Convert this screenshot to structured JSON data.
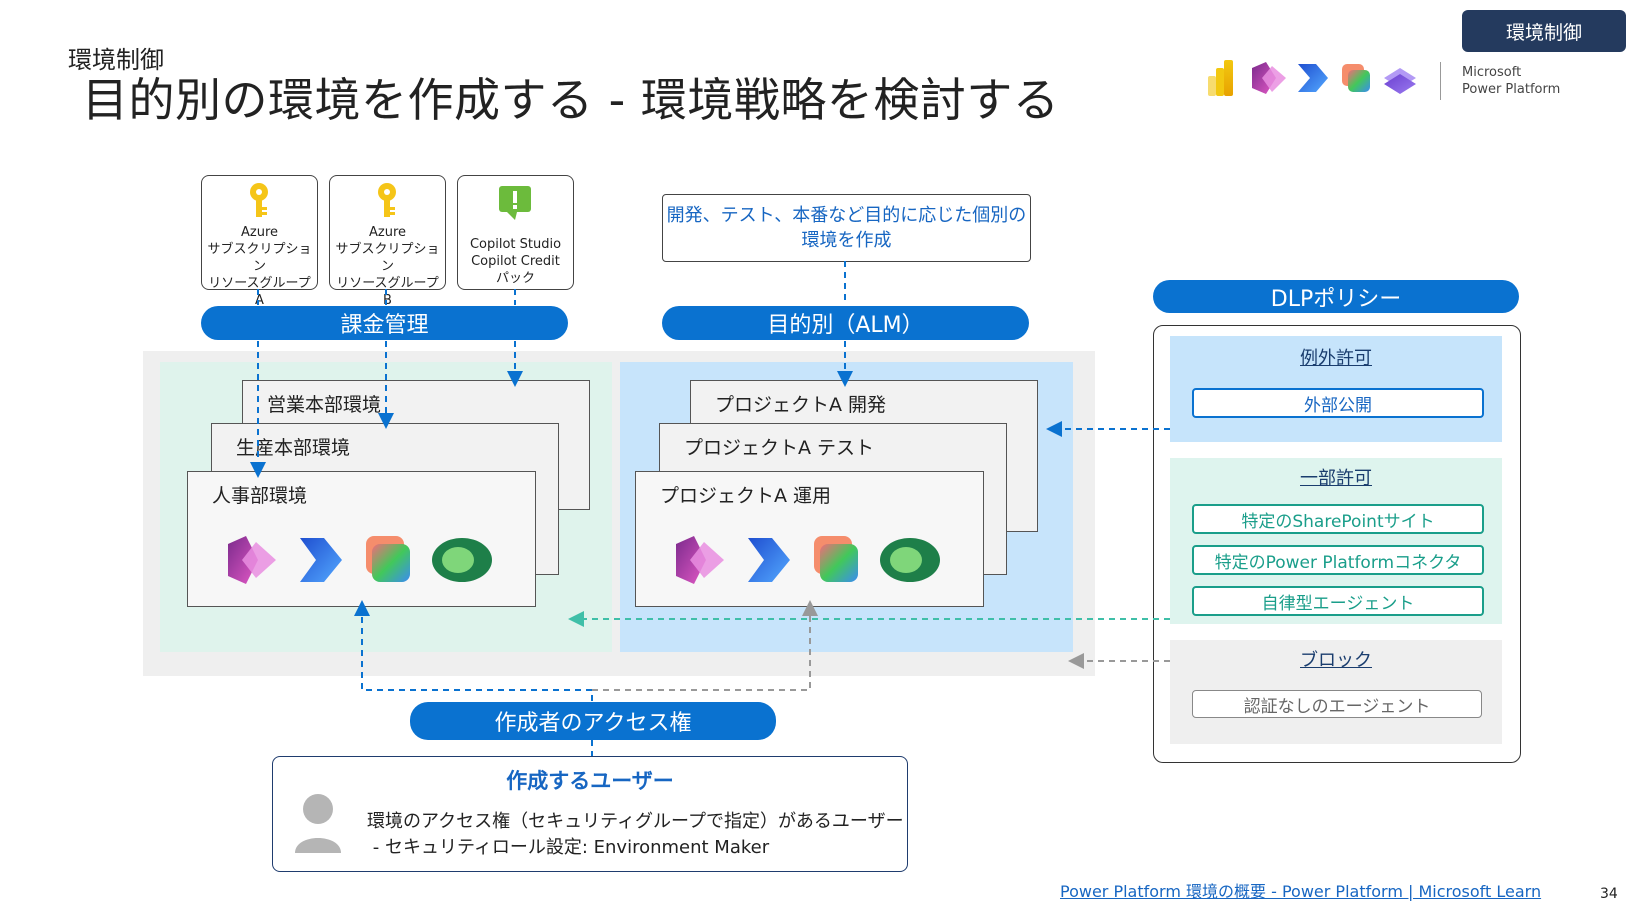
{
  "header": {
    "subtitle": "環境制御",
    "title": "目的別の環境を作成する - 環境戦略を検討する",
    "badge": "環境制御",
    "brand_line1": "Microsoft",
    "brand_line2": "Power Platform"
  },
  "billing": {
    "cards": [
      {
        "icon": "key-icon",
        "lines": [
          "Azure",
          "サブスクリプション",
          "リソースグループ A"
        ]
      },
      {
        "icon": "key-icon",
        "lines": [
          "Azure",
          "サブスクリプション",
          "リソースグループ B"
        ]
      },
      {
        "icon": "alert-icon",
        "lines": [
          "Copilot Studio",
          "Copilot Credit",
          "パック"
        ]
      }
    ],
    "pill": "課金管理"
  },
  "alm": {
    "callout_line1": "開発、テスト、本番など目的に応じた個別の",
    "callout_line2": "環境を作成",
    "pill": "目的別（ALM）"
  },
  "env_left": [
    "営業本部環境",
    "生産本部環境",
    "人事部環境"
  ],
  "env_right": [
    "プロジェクトA 開発",
    "プロジェクトA テスト",
    "プロジェクトA 運用"
  ],
  "dlp": {
    "pill": "DLPポリシー",
    "zones": [
      {
        "label": "例外許可",
        "items": [
          "外部公開"
        ],
        "color": "#c6e4fb",
        "border": "#0a72d0",
        "text": "#1766c2"
      },
      {
        "label": "一部許可",
        "items": [
          "特定のSharePointサイト",
          "特定のPower Platformコネクタ",
          "自律型エージェント"
        ],
        "color": "#def4ee",
        "border": "#1a9e8a",
        "text": "#1a9e8a"
      },
      {
        "label": "ブロック",
        "items": [
          "認証なしのエージェント"
        ],
        "color": "#efefef",
        "border": "#888888",
        "text": "#666666"
      }
    ]
  },
  "access": {
    "pill": "作成者のアクセス権",
    "user_title": "作成するユーザー",
    "user_line1": "環境のアクセス権（セキュリティグループで指定）があるユーザー",
    "user_line2": " - セキュリティロール設定: Environment Maker"
  },
  "footer": {
    "link": "Power Platform 環境の概要 - Power Platform | Microsoft Learn",
    "page": "34"
  },
  "colors": {
    "accent_blue": "#0a72d0",
    "teal": "#3fbfa8",
    "gray_arrow": "#999999",
    "left_zone": "#dff3ec",
    "right_zone": "#c7e4fb"
  }
}
